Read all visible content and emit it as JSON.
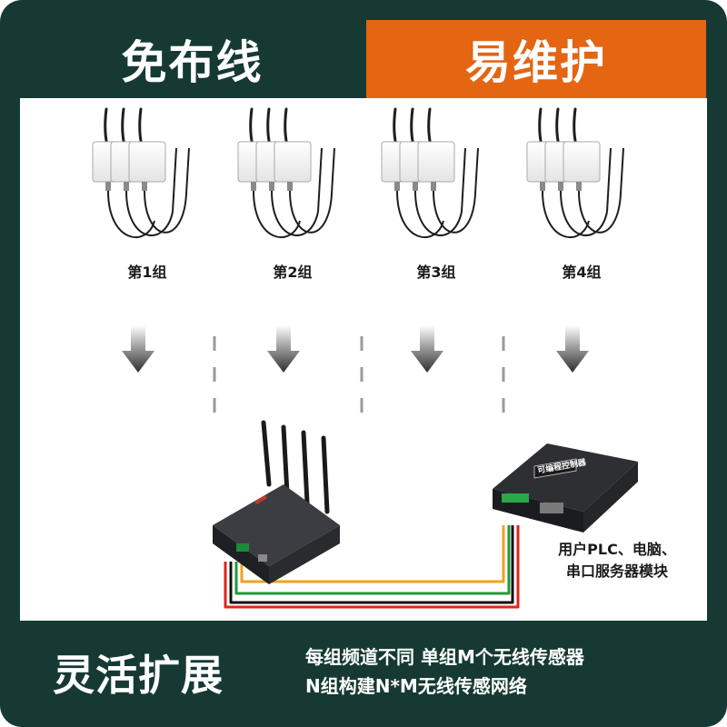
{
  "header": {
    "left_title": "免布线",
    "right_title": "易维护"
  },
  "groups": [
    {
      "label": "第1组"
    },
    {
      "label": "第2组"
    },
    {
      "label": "第3组"
    },
    {
      "label": "第4组"
    }
  ],
  "controller": {
    "label": "可编程控制器"
  },
  "connection": {
    "line1": "用户PLC、电脑、",
    "line2": "串口服务器模块"
  },
  "footer": {
    "title": "灵活扩展",
    "line1": "每组频道不同 单组M个无线传感器",
    "line2": "N组构建N*M无线传感网络"
  },
  "colors": {
    "background": "#163a33",
    "accent": "#e46512",
    "panel": "#ffffff"
  }
}
